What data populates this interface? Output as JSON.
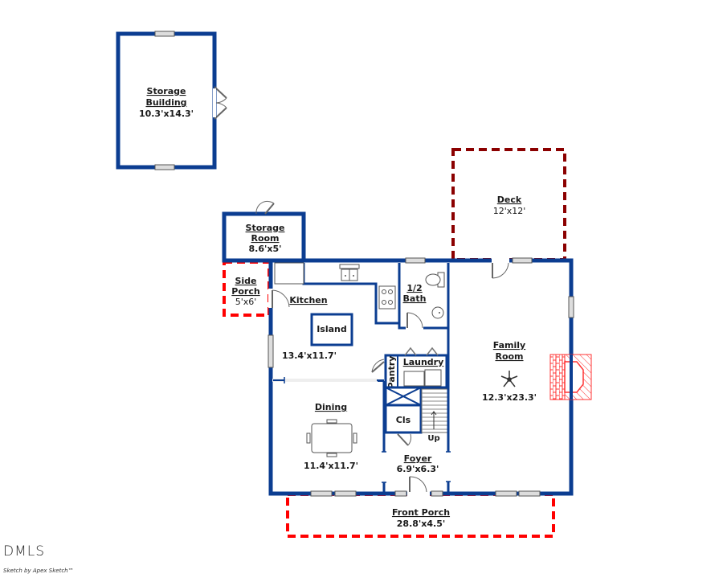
{
  "colors": {
    "wall": "#0b3d91",
    "storage_fill": "#c6e0c4",
    "interior_fill": "#f7f9fc",
    "porch_border": "#ff0000",
    "deck_border": "#8b0000",
    "fireplace": "#ff3333"
  },
  "rooms": {
    "storage_building": {
      "name_line1": "Storage",
      "name_line2": "Building",
      "size": "10.3'x14.3'"
    },
    "storage_room": {
      "name_line1": "Storage",
      "name_line2": "Room",
      "size": "8.6'x5'"
    },
    "side_porch": {
      "name_line1": "Side",
      "name_line2": "Porch",
      "size": "5'x6'"
    },
    "kitchen": {
      "name": "Kitchen",
      "island": "Island",
      "size": "13.4'x11.7'"
    },
    "half_bath": {
      "name_line1": "1/2",
      "name_line2": "Bath"
    },
    "laundry": {
      "name": "Laundry"
    },
    "pantry": {
      "name": "Pantry"
    },
    "closet": {
      "name": "Cls"
    },
    "stairs": {
      "label": "Up"
    },
    "dining": {
      "name": "Dining",
      "size": "11.4'x11.7'"
    },
    "foyer": {
      "name": "Foyer",
      "size": "6.9'x6.3'"
    },
    "family_room": {
      "name_line1": "Family",
      "name_line2": "Room",
      "size": "12.3'x23.3'"
    },
    "deck": {
      "name": "Deck",
      "size": "12'x12'"
    },
    "front_porch": {
      "name": "Front Porch",
      "size": "28.8'x4.5'"
    }
  },
  "icons": {
    "ceiling_fan": "ceiling-fan-icon",
    "fireplace": "fireplace-icon",
    "sink": "sink-icon",
    "stove": "stove-icon",
    "toilet": "toilet-icon",
    "dining_table": "dining-table-icon"
  },
  "footer": {
    "logo": "DMLS",
    "credit": "Sketch by Apex Sketch™"
  }
}
